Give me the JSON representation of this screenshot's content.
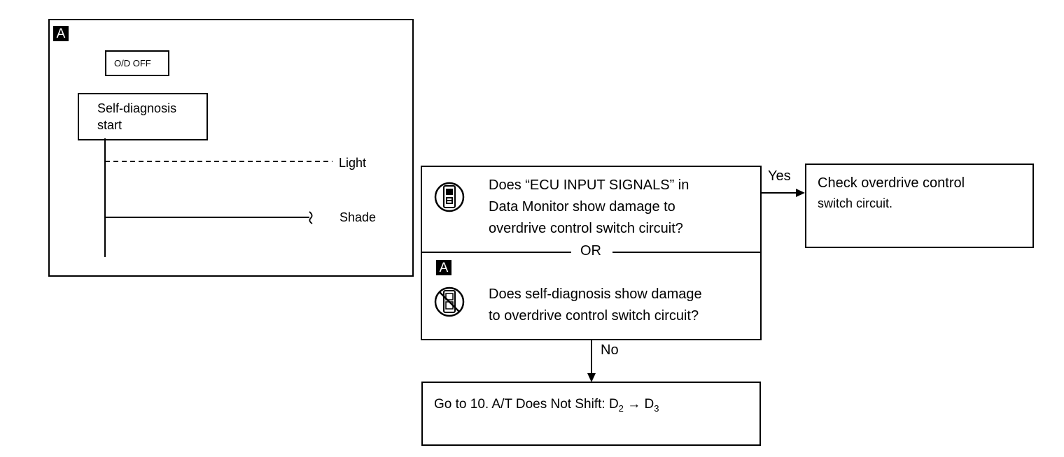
{
  "panel_a": {
    "badge": "A",
    "od_off_label": "O/D OFF",
    "self_diag_line1": "Self-diagnosis",
    "self_diag_line2": "start",
    "light_label": "Light",
    "shade_label": "Shade"
  },
  "question": {
    "ct_line1": "Does “ECU INPUT SIGNALS” in",
    "ct_line2": "Data Monitor show damage to",
    "ct_line3": "overdrive control switch circuit?",
    "or_label": "OR",
    "badge": "A",
    "sd_line1": "Does self-diagnosis show damage",
    "sd_line2": "to overdrive control switch circuit?",
    "icons": [
      "consult-tester-icon",
      "no-tools-icon"
    ]
  },
  "yes": {
    "label": "Yes",
    "result_line1": "Check overdrive control",
    "result_line2": "switch circuit."
  },
  "no": {
    "label": "No",
    "result_prefix": "Go to 10. A/T Does Not Shift: D",
    "sub1": "2",
    "arrow": "→",
    "d3": "D",
    "sub2": "3"
  }
}
